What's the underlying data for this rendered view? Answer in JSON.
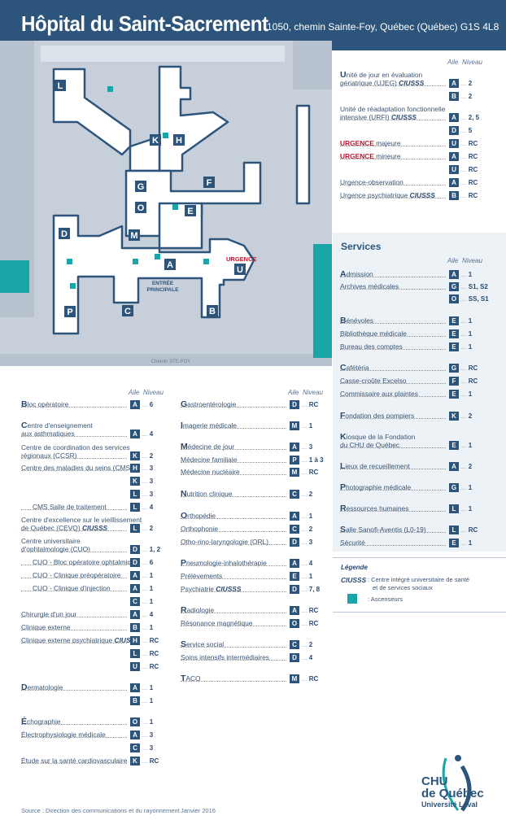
{
  "header": {
    "title": "Hôpital du Saint-Sacrement",
    "address": "1050, chemin Sainte-Foy, Québec (Québec)  G1S 4L8"
  },
  "map": {
    "urgence_label": "URGENCE",
    "entree_line1": "ENTRÉE",
    "entree_line2": "PRINCIPALE",
    "street": "Chemin STE-FOY",
    "wings": [
      "L",
      "K",
      "H",
      "G",
      "F",
      "O",
      "E",
      "D",
      "M",
      "A",
      "U",
      "P",
      "C",
      "B"
    ]
  },
  "col_headers": {
    "aile": "Aile",
    "niveau": "Niveau"
  },
  "left_col": [
    {
      "label": "Bloc opératoire",
      "wing": "A",
      "level": "6"
    },
    {
      "label_l1": "Centre d'enseignement",
      "label_l2": "aux asthmatiques",
      "wing": "A",
      "level": "4"
    },
    {
      "label_l1": "Centre de coordination des services",
      "label_l2": "régionaux (CCSR)",
      "wing": "K",
      "level": "2"
    },
    {
      "label": "Centre des maladies du seins (CMS)",
      "wing": "H",
      "level": "3"
    },
    {
      "wing": "K",
      "level": "3"
    },
    {
      "wing": "L",
      "level": "3"
    },
    {
      "label": "CMS Salle de traitement",
      "wing": "L",
      "level": "4"
    },
    {
      "label_l1": "Centre d'excellence sur le vieillissement",
      "label_l2": "de Québec (CEVQ)",
      "tag": "CIUSSS",
      "wing": "L",
      "level": "2"
    },
    {
      "label_l1": "Centre universitaire",
      "label_l2": "d'ophtalmologie (CUO)",
      "wing": "D",
      "level": "1, 2"
    },
    {
      "label": "CUO - Bloc opératoire ophtalmique",
      "wing": "D",
      "level": "6"
    },
    {
      "label": "CUO - Clinique préopératoire",
      "wing": "A",
      "level": "1"
    },
    {
      "label": "CUO - Clinique d'injection",
      "wing": "A",
      "level": "1"
    },
    {
      "wing": "C",
      "level": "1"
    },
    {
      "label": "Chirurgie d'un jour",
      "wing": "A",
      "level": "4"
    },
    {
      "label": "Clinique externe",
      "wing": "B",
      "level": "1"
    },
    {
      "label": "Clinique externe psychiatrique",
      "tag": "CIUSSS",
      "wing": "H",
      "level": "RC"
    },
    {
      "wing": "L",
      "level": "RC"
    },
    {
      "wing": "U",
      "level": "RC"
    },
    {
      "label": "Dermatologie",
      "wing": "A",
      "level": "1"
    },
    {
      "wing": "B",
      "level": "1"
    },
    {
      "label": "Échographie",
      "wing": "O",
      "level": "1"
    },
    {
      "label": "Électrophysiologie médicale",
      "wing": "A",
      "level": "3"
    },
    {
      "wing": "C",
      "level": "3"
    },
    {
      "label": "Étude sur la santé cardiovasculaire",
      "wing": "K",
      "level": "RC"
    }
  ],
  "mid_col": [
    {
      "label": "Gastroentérologie",
      "wing": "D",
      "level": "RC"
    },
    {
      "label": "Imagerie médicale",
      "wing": "M",
      "level": "1"
    },
    {
      "label": "Médecine de jour",
      "wing": "A",
      "level": "3"
    },
    {
      "label": "Médecine familiale",
      "wing": "P",
      "level": "1 à 3"
    },
    {
      "label": "Médecine nucléaire",
      "wing": "M",
      "level": "RC"
    },
    {
      "label": "Nutrition clinique",
      "wing": "C",
      "level": "2"
    },
    {
      "label": "Orthopédie",
      "wing": "A",
      "level": "1"
    },
    {
      "label": "Orthophonie",
      "wing": "C",
      "level": "2"
    },
    {
      "label": "Otho-rino-laryngologie (ORL)",
      "wing": "D",
      "level": "3"
    },
    {
      "label": "Pneumologie-inhalothérapie",
      "wing": "A",
      "level": "4"
    },
    {
      "label": "Prélèvements",
      "wing": "E",
      "level": "1"
    },
    {
      "label": "Psychiatrie",
      "tag": "CIUSSS",
      "wing": "D",
      "level": "7, 8"
    },
    {
      "label": "Radiologie",
      "wing": "A",
      "level": "RC"
    },
    {
      "label": "Résonance magnétique",
      "wing": "O",
      "level": "RC"
    },
    {
      "label": "Service social",
      "wing": "C",
      "level": "2"
    },
    {
      "label": "Soins intensifs intermédiaires",
      "wing": "D",
      "level": "4"
    },
    {
      "label": "TACO",
      "wing": "M",
      "level": "RC"
    }
  ],
  "right_top": [
    {
      "label_l1": "Unité de jour en évaluation",
      "label_l2": "gériatrique (UJEG)",
      "tag": "CIUSSS",
      "wing": "A",
      "level": "2"
    },
    {
      "wing": "B",
      "level": "2"
    },
    {
      "label_l1": "Unité de réadaptation fonctionnelle",
      "label_l2": "intensive (URFI)",
      "tag": "CIUSSS",
      "wing": "A",
      "level": "2, 5"
    },
    {
      "wing": "D",
      "level": "5"
    },
    {
      "label_red": "URGENCE",
      "label": "majeure",
      "wing": "U",
      "level": "RC"
    },
    {
      "label_red": "URGENCE",
      "label": "mineure",
      "wing": "A",
      "level": "RC"
    },
    {
      "wing": "U",
      "level": "RC"
    },
    {
      "label": "Urgence-observation",
      "wing": "A",
      "level": "RC"
    },
    {
      "label": "Urgence psychiatrique",
      "tag": "CIUSSS",
      "wing": "B",
      "level": "RC"
    }
  ],
  "services": {
    "title": "Services",
    "items": [
      {
        "label": "Admission",
        "wing": "A",
        "level": "1"
      },
      {
        "label": "Archives médicales",
        "wing": "G",
        "level": "S1, S2"
      },
      {
        "wing": "O",
        "level": "SS, S1"
      },
      {
        "label": "Bénévoles",
        "wing": "E",
        "level": "1"
      },
      {
        "label": "Bibliothèque médicale",
        "wing": "E",
        "level": "1"
      },
      {
        "label": "Bureau des comptes",
        "wing": "E",
        "level": "1"
      },
      {
        "label": "Cafétéria",
        "wing": "G",
        "level": "RC"
      },
      {
        "label": "Casse-croûte Excelso",
        "wing": "F",
        "level": "RC"
      },
      {
        "label": "Commissaire aux plaintes",
        "wing": "E",
        "level": "1"
      },
      {
        "label": "Fondation des pompiers",
        "wing": "K",
        "level": "2"
      },
      {
        "label_l1": "Kiosque de la Fondation",
        "label_l2": "du CHU de Québec",
        "wing": "E",
        "level": "1"
      },
      {
        "label": "Lieux de recueillement",
        "wing": "A",
        "level": "2"
      },
      {
        "label": "Photographie médicale",
        "wing": "G",
        "level": "1"
      },
      {
        "label": "Ressources humaines",
        "wing": "L",
        "level": "1"
      },
      {
        "label": "Salle Sanofi-Aventis (L0-19)",
        "wing": "L",
        "level": "RC"
      },
      {
        "label": "Sécurité",
        "wing": "E",
        "level": "1"
      }
    ]
  },
  "legend": {
    "title": "Légende",
    "ciusss": "CIUSSS",
    "ciusss_desc_l1": ": Centre intégré universitaire de santé",
    "ciusss_desc_l2": "et de services sociaux",
    "elevators": ": Ascenseurs"
  },
  "footer": {
    "source": "Source : Direction des communications et du rayonnement",
    "date": "Janvier 2016"
  },
  "logo": {
    "line1": "CHU",
    "line2": "de Québec",
    "line3": "Université Laval"
  },
  "colors": {
    "navy": "#2d557c",
    "teal": "#1aa5a8",
    "red": "#c8102e",
    "map_bg": "#c7d0da",
    "building": "#ffffff"
  }
}
